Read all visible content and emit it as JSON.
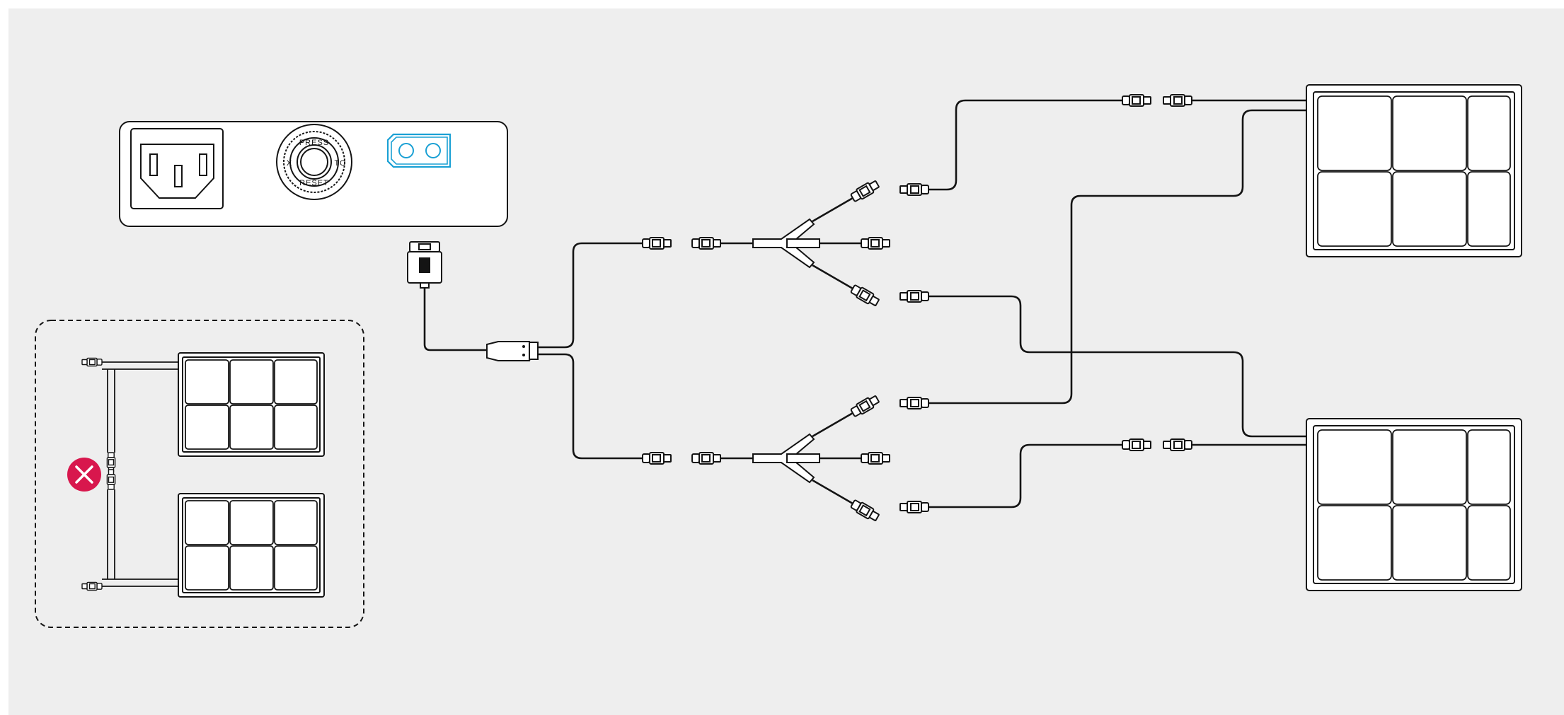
{
  "panel": {
    "reset_button": {
      "label_top": "PRESS",
      "label_left": "X",
      "label_right": "TO",
      "label_bottom": "RESET"
    }
  },
  "invalid_example": {
    "status": "not allowed",
    "mark_color": "#d8174d"
  },
  "colors": {
    "background": "#eeeeee",
    "highlight_port": "#1aa0d4",
    "line": "#141414"
  },
  "icons": [
    "ac-inlet-icon",
    "reset-breaker-icon",
    "dc-input-port-icon",
    "anderson-plug-icon",
    "y-branch-connector-icon",
    "mc4-connector-icon",
    "solar-panel-icon",
    "error-x-icon"
  ]
}
